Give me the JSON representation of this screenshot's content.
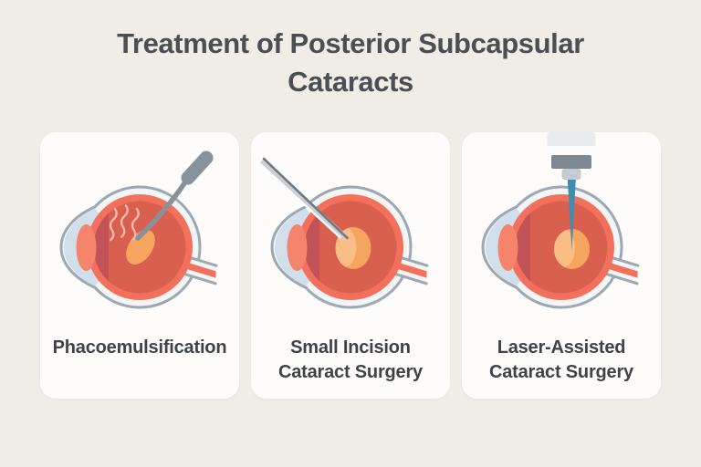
{
  "title": {
    "line1": "Treatment of Posterior Subcapsular",
    "line2": "Cataracts"
  },
  "cards": [
    {
      "name": "phacoemulsification",
      "label_line1": "Phacoemulsification",
      "label_line2": "",
      "icon": "eye-cross-section-with-phaco-probe-icon"
    },
    {
      "name": "small-incision-cataract-surgery",
      "label_line1": "Small Incision",
      "label_line2": "Cataract Surgery",
      "icon": "eye-cross-section-with-scalpel-icon"
    },
    {
      "name": "laser-assisted-cataract-surgery",
      "label_line1": "Laser-Assisted",
      "label_line2": "Cataract Surgery",
      "icon": "eye-cross-section-with-laser-device-icon"
    }
  ],
  "colors": {
    "page_background": "#F0EDE6",
    "card_background": "#FDFCFA",
    "title_text": "#4B4F53",
    "label_text": "#3F4347",
    "eye_outline": "#9CA8B2",
    "sclera": "#F3F5F6",
    "cornea": "#D0DFEA",
    "choroid_ring": "#F3705C",
    "vitreous": "#D9604F",
    "iris": "#C15257",
    "lens": "#F5846C",
    "cataract": "#F6A55F",
    "cataract_highlight": "#FABD85",
    "ultrasound_waves": "#F5B9AB",
    "probe": "#87929B",
    "scalpel": "#CBD0D3",
    "scalpel_edge": "#6E7982",
    "laser_body": "#E9ECEE",
    "laser_grip": "#7E8890",
    "laser_nozzle": "#C4CCD1",
    "laser_beam": "#3E8CB0"
  }
}
